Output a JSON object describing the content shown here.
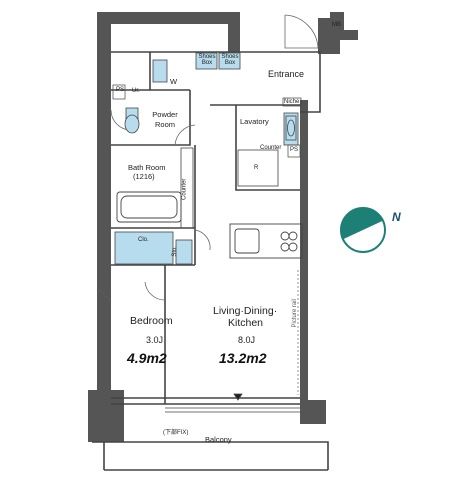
{
  "rooms": {
    "mb": "MB",
    "shoes_box_1": "Shoes Box",
    "shoes_box_2": "Shoes Box",
    "entrance": "Entrance",
    "w": "W",
    "ps": "PS",
    "ur": "Ur.",
    "powder_room": "Powder Room",
    "niche": "Niche",
    "lavatory": "Lavatory",
    "counter_small": "Counter",
    "ps_2": "PS",
    "r": "R",
    "bath_room": "Bath Room",
    "bath_size": "(1216)",
    "counter_vertical": "Counter",
    "clo": "Clo.",
    "sto": "Sto.",
    "bedroom": "Bedroom",
    "bedroom_size": "3.0J",
    "ldk_line1": "Living·Dining·",
    "ldk_line2": "Kitchen",
    "ldk_size": "8.0J",
    "picture_rail": "Picture rail",
    "fix_note": "(下部FIX)",
    "balcony": "Balcony"
  },
  "areas": {
    "bedroom": "4.9m2",
    "ldk": "13.2m2"
  },
  "compass": {
    "label": "N"
  },
  "colors": {
    "wall": "#555555",
    "storage_blue": "#b7dcee",
    "compass_teal": "#1d8076",
    "compass_label": "#1a4e73"
  }
}
